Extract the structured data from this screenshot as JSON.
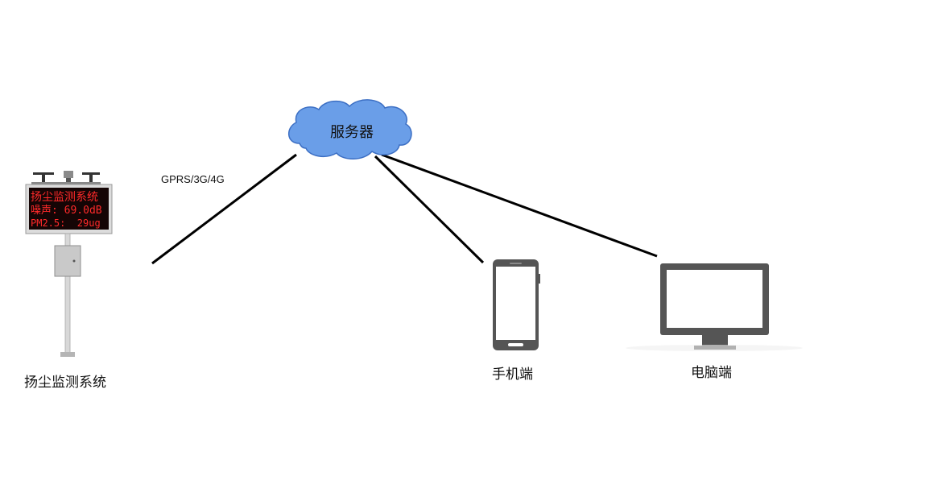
{
  "server": {
    "label": "服务器",
    "cloud_fill": "#6a9ee8",
    "cloud_stroke": "#3c6fc4"
  },
  "connection": {
    "label": "GPRS/3G/4G"
  },
  "monitor_station": {
    "label": "扬尘监测系统",
    "display_lines": [
      "扬尘监测系统",
      "噪声: 69.0dB",
      "PM2.5:  29ug"
    ],
    "display_text_color": "#ff2a2a",
    "display_bg": "#150505"
  },
  "phone": {
    "label": "手机端",
    "icon": "smartphone-icon"
  },
  "computer": {
    "label": "电脑端",
    "icon": "monitor-icon"
  },
  "colors": {
    "line": "#000000",
    "device": "#555555"
  }
}
